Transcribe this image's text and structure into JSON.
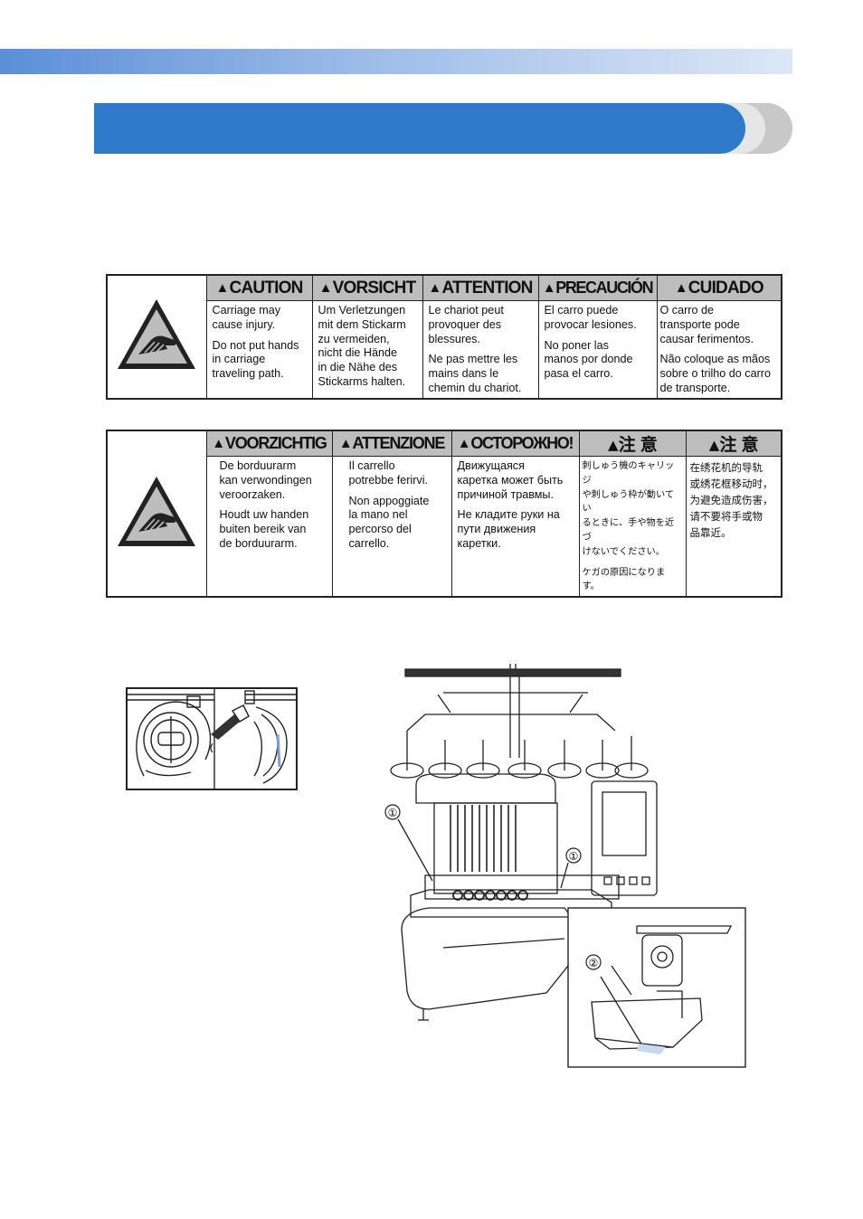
{
  "header": {
    "band_colors": [
      "#5b8fd6",
      "#dde7f7"
    ],
    "title_bar_color": "#2e79c9"
  },
  "warning_tables": [
    {
      "columns": [
        {
          "heading": "CAUTION",
          "paragraphs": [
            "Carriage may\ncause injury.",
            "Do not put hands\nin carriage\ntraveling path."
          ]
        },
        {
          "heading": "VORSICHT",
          "paragraphs": [
            "Um Verletzungen\nmit dem Stickarm\nzu vermeiden,\nnicht die Hände\nin die Nähe des\nStickarms halten."
          ]
        },
        {
          "heading": "ATTENTION",
          "paragraphs": [
            "Le chariot peut\nprovoquer des\nblessures.",
            "Ne pas mettre les\nmains dans le\nchemin du chariot."
          ]
        },
        {
          "heading": "PRECAUCIÓN",
          "paragraphs": [
            "El carro puede\nprovocar lesiones.",
            "No poner las\nmanos por donde\npasa el carro."
          ]
        },
        {
          "heading": "CUIDADO",
          "paragraphs": [
            "O carro de\ntransporte pode\ncausar ferimentos.",
            "Não coloque as mãos\nsobre o trilho do carro\nde transporte."
          ]
        }
      ]
    },
    {
      "columns": [
        {
          "heading": "VOORZICHTIG",
          "paragraphs": [
            "De borduurarm\nkan verwondingen\nveroorzaken.",
            "Houdt uw handen\nbuiten bereik van\nde borduurarm."
          ]
        },
        {
          "heading": "ATTENZIONE",
          "paragraphs": [
            "Il carrello\npotrebbe ferirvi.",
            "Non appoggiate\nla mano nel\npercorso del\ncarrello."
          ]
        },
        {
          "heading": "ОСТОРОЖНО!",
          "paragraphs": [
            "Движущаяся\nкаретка может быть\nпричиной травмы.",
            "Не кладите руки на\nпути движения\nкаретки."
          ]
        },
        {
          "heading": "注 意",
          "paragraphs": [
            "刺しゅう機のキャリッジ\nや刺しゅう枠が動いてい\nるときに、手や物を近づ\nけないでください。",
            "ケガの原因になります。"
          ]
        },
        {
          "heading": "注 意",
          "paragraphs": [
            "在绣花机的导轨\n或绣花框移动时，\n为避免造成伤害，\n请不要将手或物\n品靠近。"
          ]
        }
      ]
    }
  ],
  "callouts": {
    "frame_label": "①",
    "tray_label": "②"
  },
  "icons": [
    "hand-crush-warning-icon",
    "warning-triangle-icon"
  ]
}
